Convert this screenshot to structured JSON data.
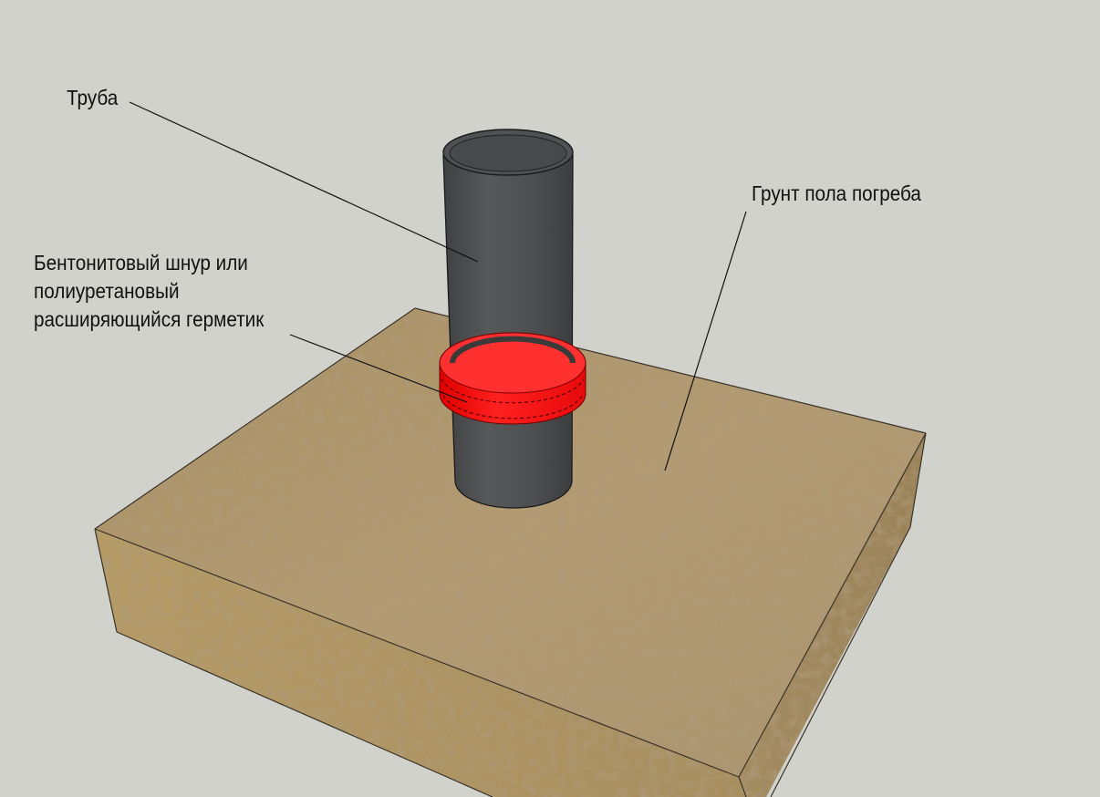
{
  "labels": {
    "pipe": "Труба",
    "ground": "Грунт пола погреба",
    "seal_lines": [
      "Бентонитовый шнур или",
      "полиуретановый",
      "расширяющийся герметик"
    ]
  },
  "colors": {
    "background": "#d2d2cd",
    "pipe": "#4f5052",
    "seal": "#ff1a1a",
    "ground": "#b09a70"
  }
}
